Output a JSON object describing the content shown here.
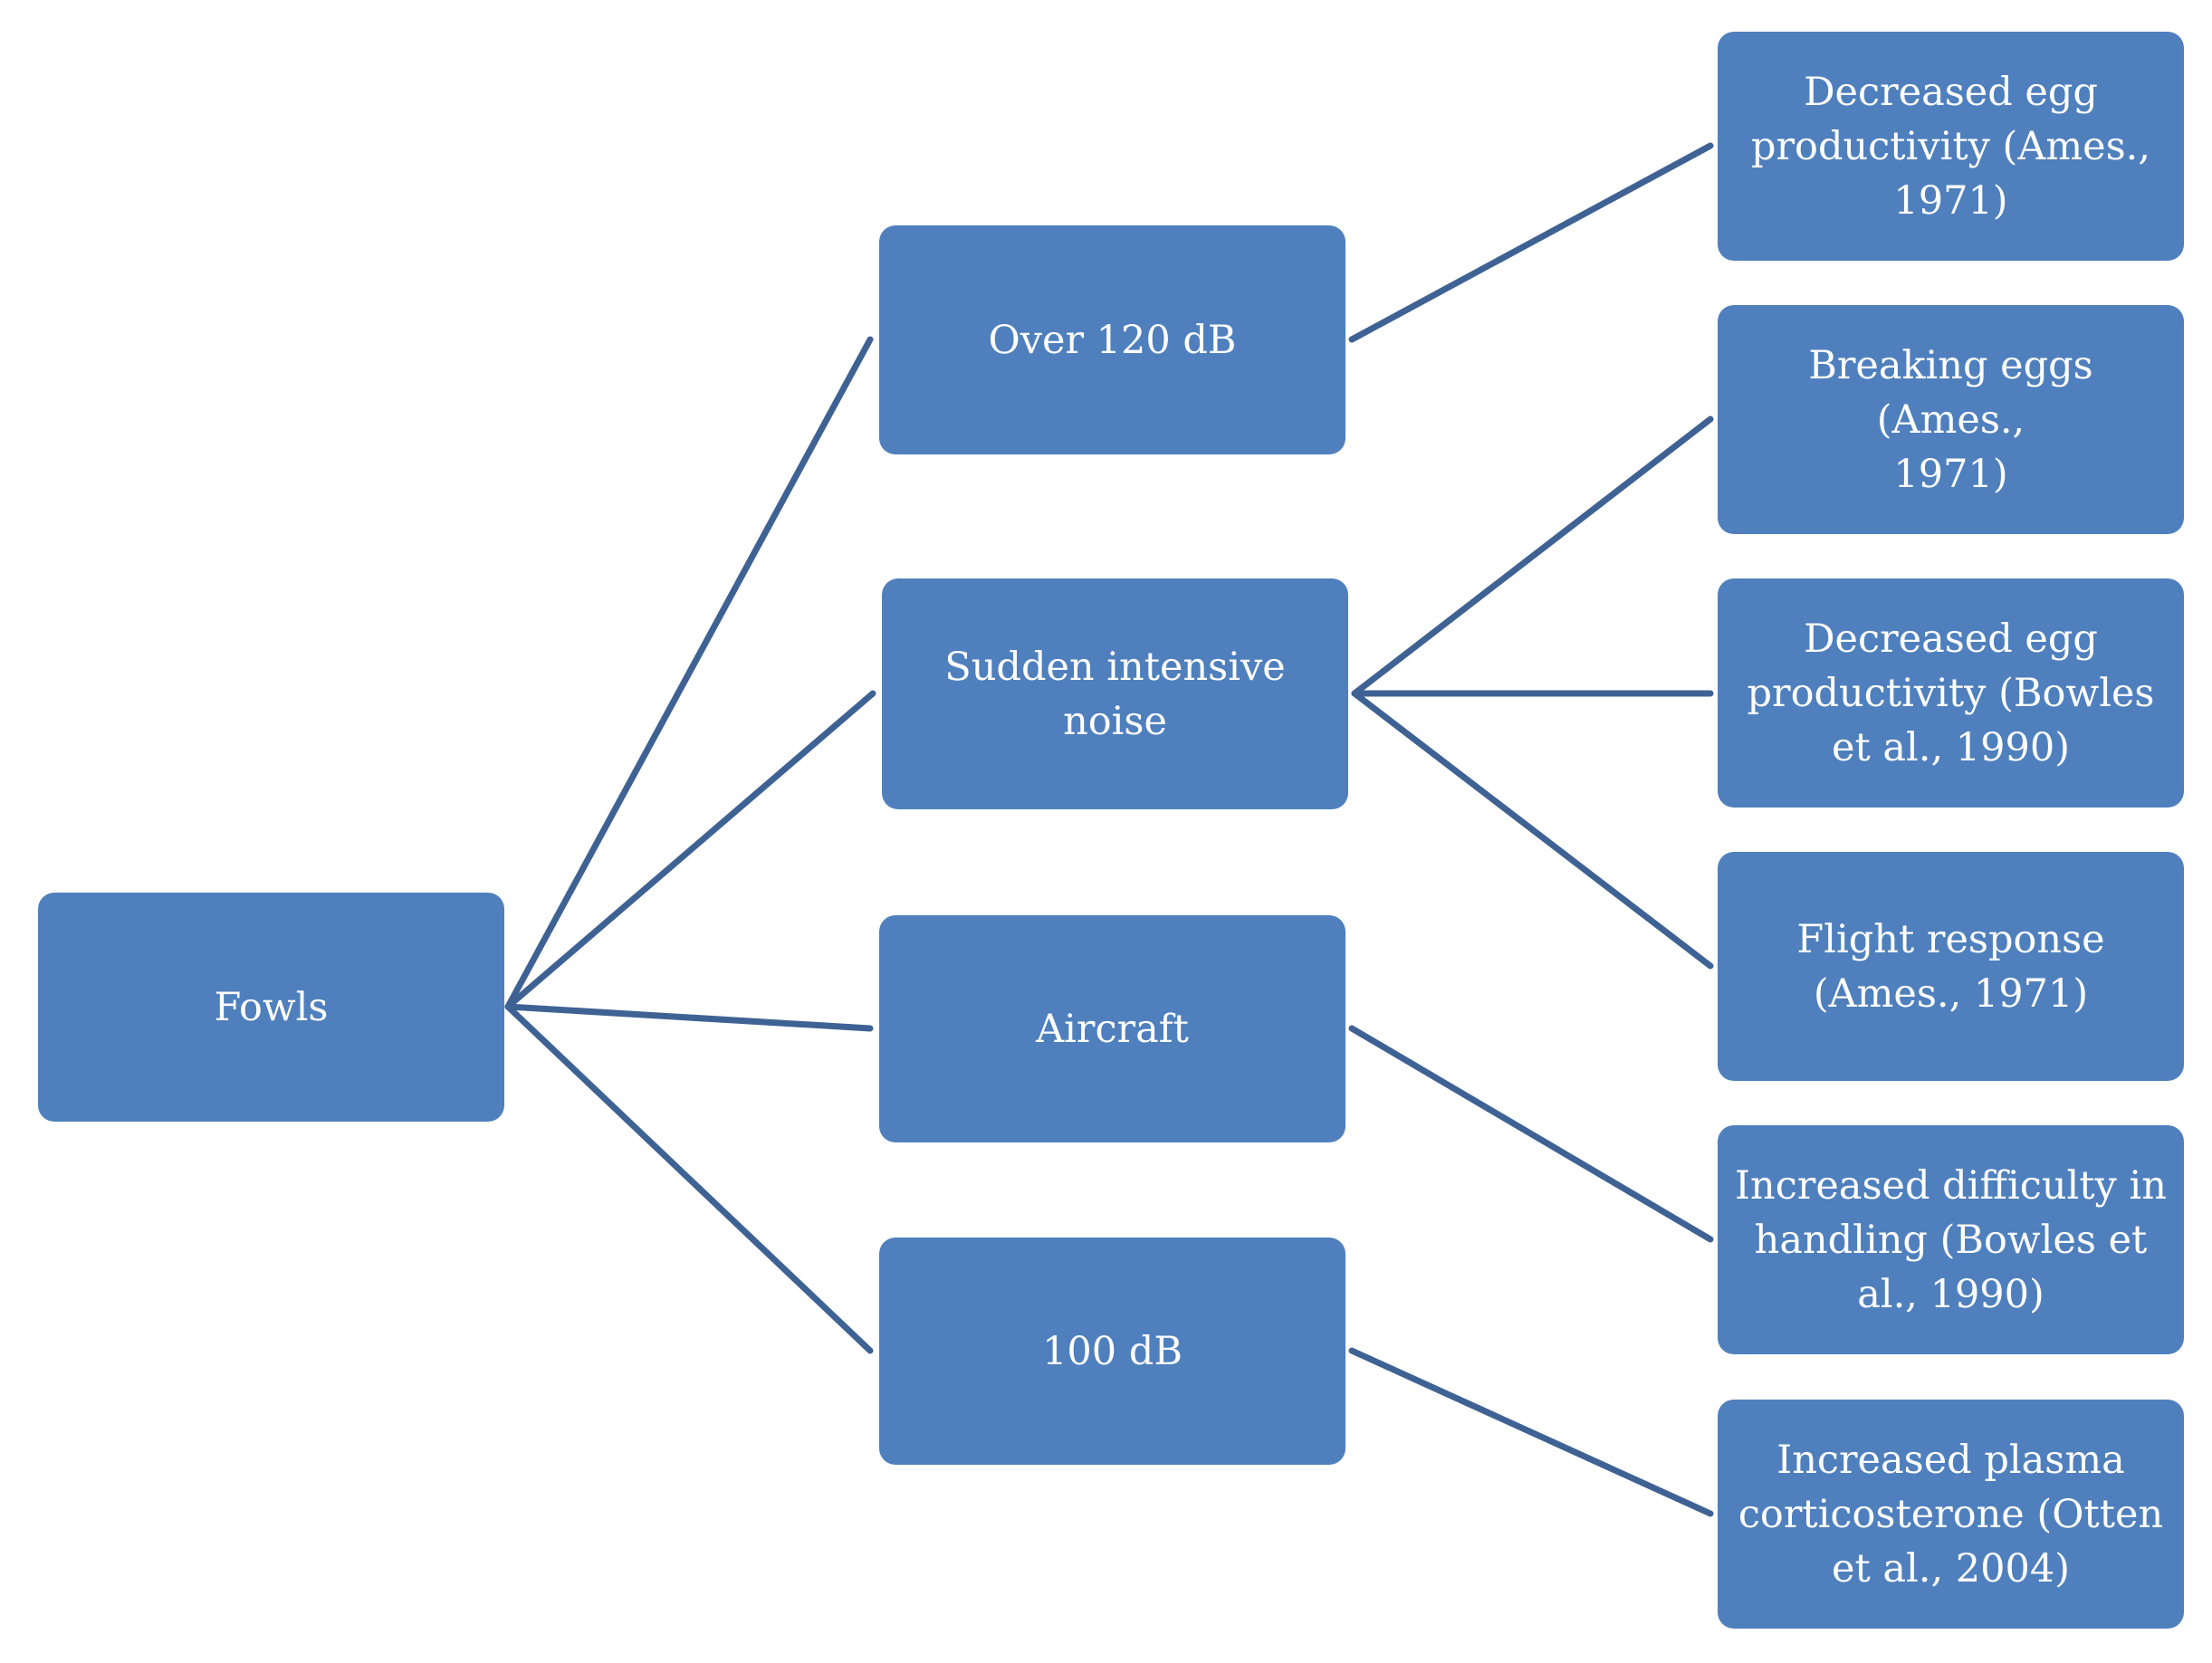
{
  "diagram": {
    "colors": {
      "box": "#4f80bd",
      "connector": "#3f6294",
      "text": "#ffffff"
    },
    "root": {
      "label": "Fowls"
    },
    "stimuli": [
      {
        "id": "over120",
        "label": "Over 120 dB"
      },
      {
        "id": "sudden",
        "label": "Sudden intensive\nnoise"
      },
      {
        "id": "aircraft",
        "label": "Aircraft"
      },
      {
        "id": "100db",
        "label": "100 dB"
      }
    ],
    "effects": [
      {
        "id": "e1",
        "label": "Decreased egg\nproductivity (Ames.,\n1971)"
      },
      {
        "id": "e2",
        "label": "Breaking eggs (Ames.,\n1971)"
      },
      {
        "id": "e3",
        "label": "Decreased egg\nproductivity (Bowles\net al., 1990)"
      },
      {
        "id": "e4",
        "label": "Flight response\n(Ames., 1971)"
      },
      {
        "id": "e5",
        "label": "Increased difficulty in\nhandling (Bowles et\nal., 1990)"
      },
      {
        "id": "e6",
        "label": "Increased plasma\ncorticosterone (Otten\net al., 2004)"
      }
    ],
    "edges": [
      {
        "from": "root",
        "to": "over120"
      },
      {
        "from": "root",
        "to": "sudden"
      },
      {
        "from": "root",
        "to": "aircraft"
      },
      {
        "from": "root",
        "to": "100db"
      },
      {
        "from": "over120",
        "to": "e1"
      },
      {
        "from": "sudden",
        "to": "e2"
      },
      {
        "from": "sudden",
        "to": "e3"
      },
      {
        "from": "sudden",
        "to": "e4"
      },
      {
        "from": "aircraft",
        "to": "e5"
      },
      {
        "from": "100db",
        "to": "e6"
      }
    ]
  }
}
